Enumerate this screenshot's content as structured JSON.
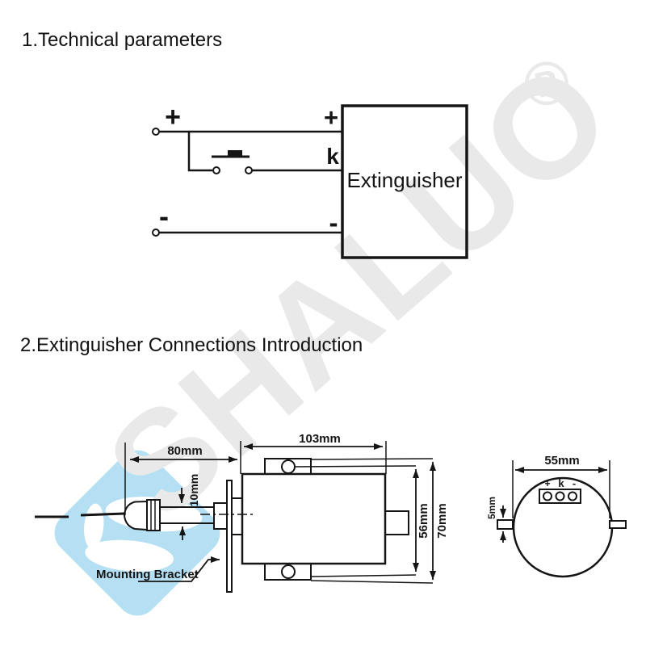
{
  "colors": {
    "line": "#151515",
    "wmGray": "#e9e9e9",
    "wmBlue": "#b5e0f4"
  },
  "watermark": {
    "brand": "SHALUO",
    "registered": "®"
  },
  "sections": {
    "s1": {
      "title": "1.Technical parameters"
    },
    "s2": {
      "title": "2.Extinguisher Connections Introduction"
    }
  },
  "circuit": {
    "supply_plus": "+",
    "supply_minus": "-",
    "box_plus": "+",
    "box_k": "k",
    "box_minus": "-",
    "box_label": "Extinguisher"
  },
  "side_view": {
    "dim_cable": "80mm",
    "dim_body_length": "103mm",
    "dim_tube": "10mm",
    "dim_body_diameter": "56mm",
    "dim_overall": "70mm",
    "bracket_label": "Mounting Bracket"
  },
  "front_view": {
    "dim_diameter": "55mm",
    "dim_tab": "5mm",
    "terminal_plus": "+",
    "terminal_k": "k",
    "terminal_minus": "-"
  }
}
